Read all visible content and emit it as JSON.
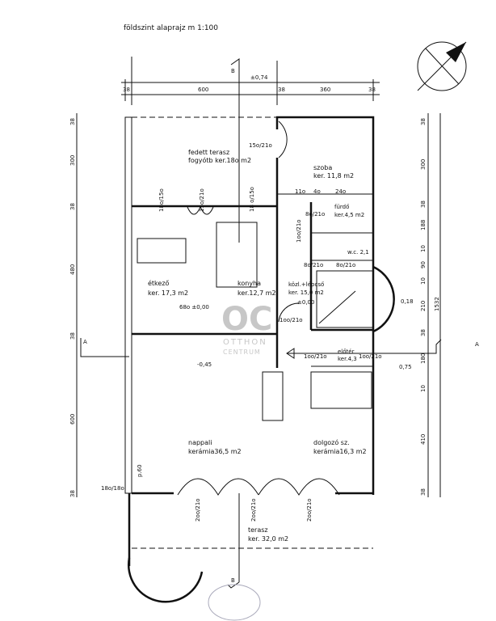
{
  "title": "földszint alaprajz   m 1:100",
  "levels": {
    "top": "±0,74",
    "kitchen": "68o ±0,00",
    "hall": "±0,00",
    "living": "-0,45",
    "entrance": "0,75",
    "stair": "0,18"
  },
  "section_markers": {
    "a_left": "A",
    "a_right": "A",
    "b_top": "B",
    "b_bottom": "B"
  },
  "rooms": {
    "covered_terrace": {
      "name": "fedett terasz",
      "area": "fogyótb ker.18o m2"
    },
    "bedroom": {
      "name": "szoba",
      "area": "ker. 11,8 m2"
    },
    "bathroom": {
      "name": "fürdő",
      "area": "ker.4,5 m2"
    },
    "wc": {
      "name": "w.c. 2,1"
    },
    "dining": {
      "name": "étkező",
      "area": "ker. 17,3 m2"
    },
    "kitchen": {
      "name": "konyha",
      "area": "ker.12,7 m2"
    },
    "hall_stairs": {
      "name": "közl.+lépcső",
      "area": "ker. 15,0 m2"
    },
    "vestibule": {
      "name": "előtér",
      "area": "ker.4,3"
    },
    "living": {
      "name": "nappali",
      "area": "kerámia36,5 m2"
    },
    "study": {
      "name": "dolgozó sz.",
      "area": "kerámia16,3 m2"
    },
    "terrace": {
      "name": "terasz",
      "area": "ker. 32,0 m2"
    }
  },
  "openings": {
    "bedroom_door": "15o/21o",
    "window_dining": "18o/15o",
    "door_terrace": "15o/21o",
    "window_kitchen": "18 o/15o",
    "bath_door": "8o/21o",
    "hall_door": "1oo/21o",
    "wc_door_left": "8o/21o",
    "wc_door_right": "8o/21o",
    "living_door": "1oo/21o",
    "vest_door_left": "1oo/21o",
    "vest_door_right": "1oo/21o",
    "terrace_door_1": "2oo/21o",
    "terrace_door_2": "2oo/21o",
    "terrace_door_3": "2oo/21o",
    "side_window": "18o/18o",
    "parapet": "p.60",
    "inner_dims": [
      "11o",
      "4o",
      "24o"
    ]
  },
  "dims_top": [
    "38",
    "600",
    "38",
    "360",
    "38"
  ],
  "dims_left": [
    "38",
    "300",
    "38",
    "480",
    "38",
    "600",
    "38"
  ],
  "dims_right": [
    "38",
    "300",
    "38",
    "188",
    "10",
    "90",
    "10",
    "210",
    "38",
    "180",
    "10",
    "410",
    "38"
  ],
  "dims_total": "1532",
  "watermark": {
    "logo": "OC",
    "line1": "OTTHON",
    "line2": "CENTRUM"
  }
}
